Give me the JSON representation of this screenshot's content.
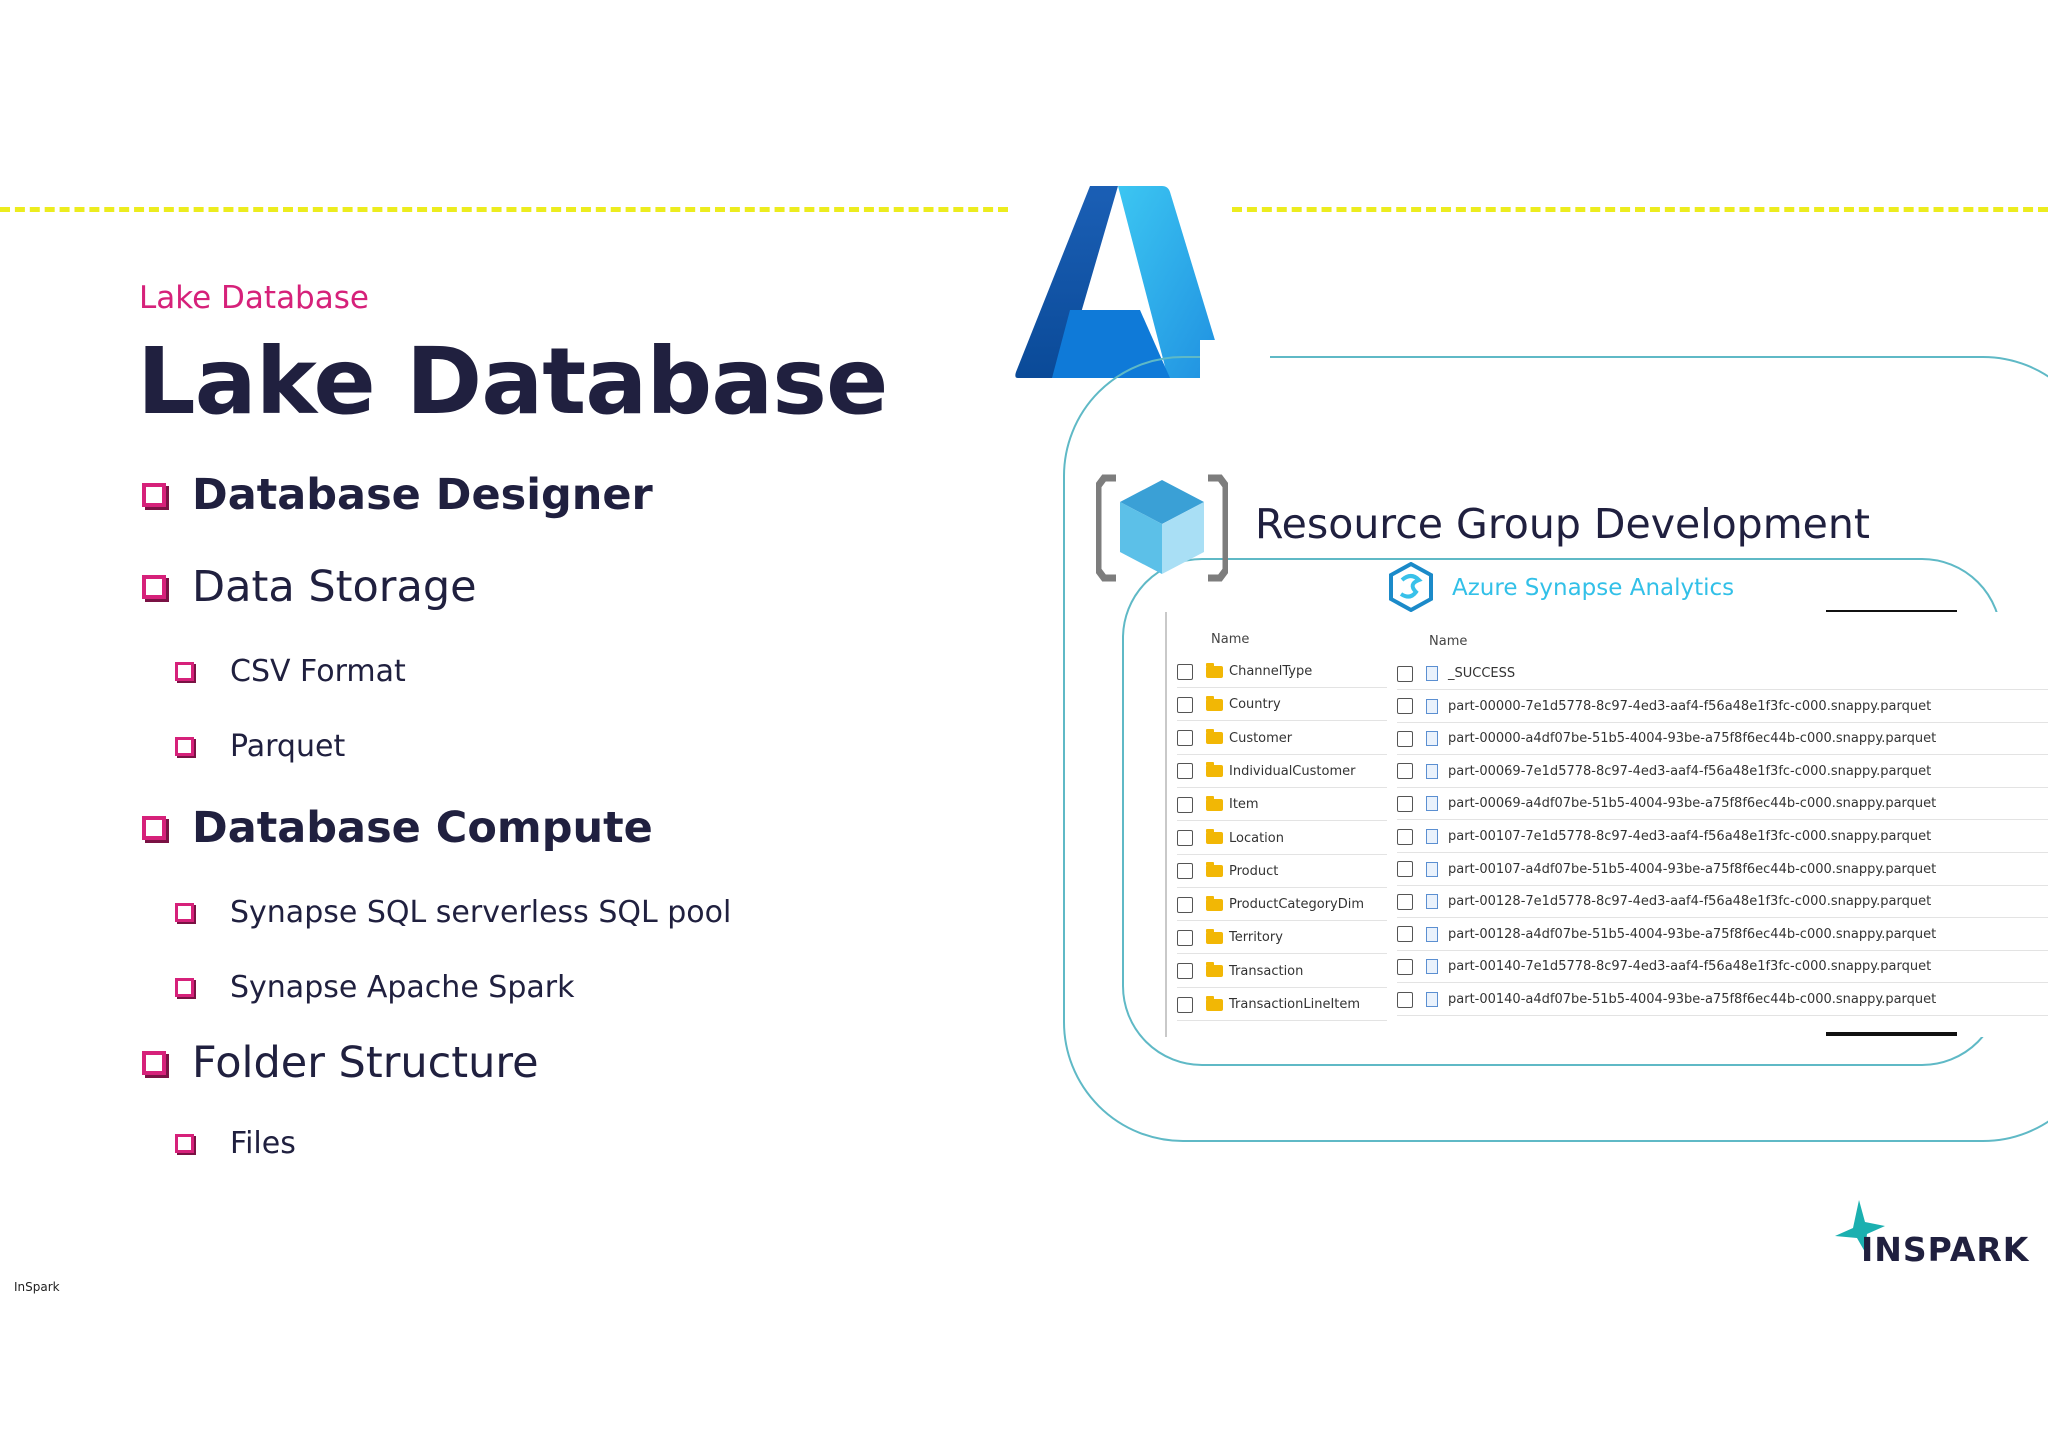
{
  "slide": {
    "subtitle": "Lake Database",
    "title": "Lake Database",
    "bullets": [
      {
        "text": "Database Designer",
        "level": 1,
        "bold": true
      },
      {
        "text": "Data Storage",
        "level": 1,
        "bold": false
      },
      {
        "text": "CSV Format",
        "level": 2
      },
      {
        "text": "Parquet",
        "level": 2
      },
      {
        "text": "Database Compute",
        "level": 1,
        "bold": true
      },
      {
        "text": "Synapse SQL serverless SQL pool",
        "level": 2
      },
      {
        "text": "Synapse Apache Spark",
        "level": 2
      },
      {
        "text": "Folder Structure",
        "level": 1,
        "bold": false
      },
      {
        "text": "Files",
        "level": 2
      }
    ],
    "footer_left": "InSpark",
    "brand": "INSPARK",
    "colors": {
      "accent": "#d6217a",
      "title": "#20203f",
      "dash": "#ecec1e",
      "frame": "#5fb9c6",
      "synapse": "#32c0e8"
    }
  },
  "diagram": {
    "resource_group_label": "Resource Group Development",
    "synapse_label": "Azure Synapse Analytics",
    "icons": [
      "azure-logo-icon",
      "resource-group-icon",
      "synapse-icon",
      "folder-icon",
      "file-icon",
      "checkbox-icon",
      "inspark-star-icon"
    ]
  },
  "explorer": {
    "folders_header": "Name",
    "files_header": "Name",
    "folders": [
      "ChannelType",
      "Country",
      "Customer",
      "IndividualCustomer",
      "Item",
      "Location",
      "Product",
      "ProductCategoryDim",
      "Territory",
      "Transaction",
      "TransactionLineItem"
    ],
    "files": [
      "_SUCCESS",
      "part-00000-7e1d5778-8c97-4ed3-aaf4-f56a48e1f3fc-c000.snappy.parquet",
      "part-00000-a4df07be-51b5-4004-93be-a75f8f6ec44b-c000.snappy.parquet",
      "part-00069-7e1d5778-8c97-4ed3-aaf4-f56a48e1f3fc-c000.snappy.parquet",
      "part-00069-a4df07be-51b5-4004-93be-a75f8f6ec44b-c000.snappy.parquet",
      "part-00107-7e1d5778-8c97-4ed3-aaf4-f56a48e1f3fc-c000.snappy.parquet",
      "part-00107-a4df07be-51b5-4004-93be-a75f8f6ec44b-c000.snappy.parquet",
      "part-00128-7e1d5778-8c97-4ed3-aaf4-f56a48e1f3fc-c000.snappy.parquet",
      "part-00128-a4df07be-51b5-4004-93be-a75f8f6ec44b-c000.snappy.parquet",
      "part-00140-7e1d5778-8c97-4ed3-aaf4-f56a48e1f3fc-c000.snappy.parquet",
      "part-00140-a4df07be-51b5-4004-93be-a75f8f6ec44b-c000.snappy.parquet"
    ]
  }
}
